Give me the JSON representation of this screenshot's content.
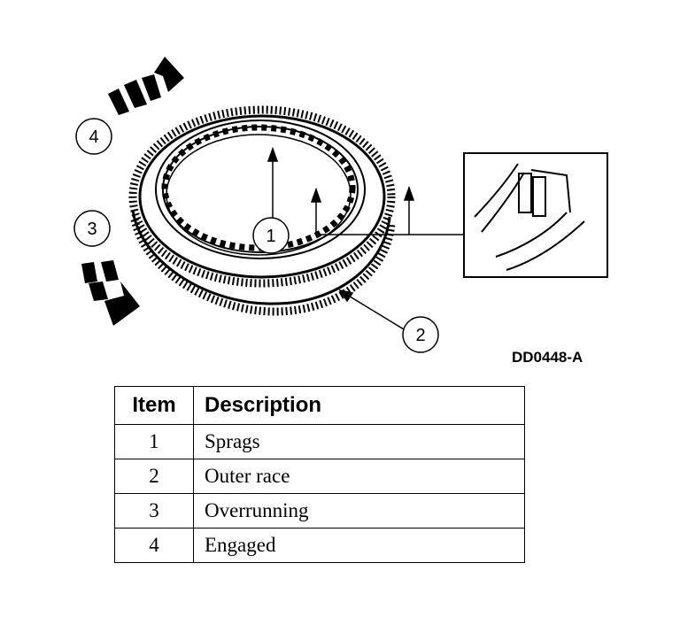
{
  "figure": {
    "id_label": "DD0448-A",
    "callouts": [
      "1",
      "2",
      "3",
      "4"
    ],
    "icons": [
      "ring-illustration",
      "detail-inset",
      "rotation-arrow-engaged",
      "rotation-arrow-overrunning"
    ]
  },
  "legend": {
    "headers": {
      "item": "Item",
      "description": "Description"
    },
    "rows": [
      {
        "item": "1",
        "description": "Sprags"
      },
      {
        "item": "2",
        "description": "Outer race"
      },
      {
        "item": "3",
        "description": "Overrunning"
      },
      {
        "item": "4",
        "description": "Engaged"
      }
    ]
  }
}
